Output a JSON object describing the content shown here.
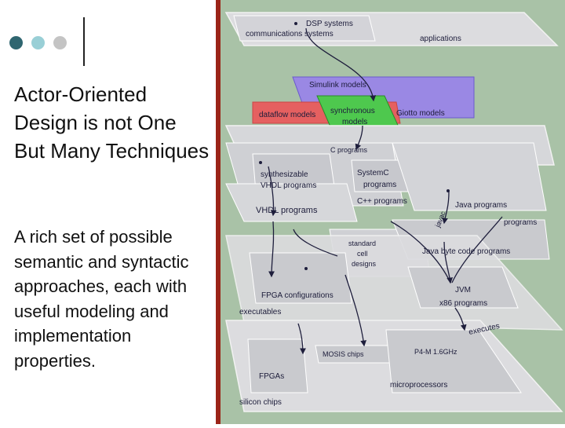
{
  "slide": {
    "title": "Actor-Oriented Design is not One But Many Techniques",
    "body": "A rich set of possible semantic and syntactic approaches, each with useful modeling and implementation properties.",
    "colors": {
      "accent_bar": "#9b2418",
      "dot_dark": "#2f6670",
      "dot_light": "#99cfd6",
      "dot_gray": "#c4c4c4",
      "diagram_bg": "#a9c2a7"
    }
  },
  "diagram": {
    "labels": {
      "dsp": "DSP systems",
      "communications": "communications systems",
      "applications": "applications",
      "simulink": "Simulink models",
      "dataflow": "dataflow models",
      "synchronous_1": "synchronous",
      "synchronous_2": "models",
      "giotto": "Giotto models",
      "c_programs": "C programs",
      "synthesizable_1": "synthesizable",
      "synthesizable_2": "VHDL programs",
      "systemc_1": "SystemC",
      "systemc_2": "programs",
      "cpp": "C++ programs",
      "vhdl": "VHDL programs",
      "java_programs": "Java programs",
      "javac": "javac",
      "programs": "programs",
      "std_cell_1": "standard",
      "std_cell_2": "cell",
      "std_cell_3": "designs",
      "java_byte_code": "Java byte code programs",
      "jvm": "JVM",
      "x86": "x86 programs",
      "fpga_config": "FPGA configurations",
      "executables": "executables",
      "executes": "executes",
      "mosis": "MOSIS chips",
      "p4m": "P4-M 1.6GHz",
      "fpgas": "FPGAs",
      "microprocessors": "microprocessors",
      "silicon": "silicon chips"
    }
  }
}
